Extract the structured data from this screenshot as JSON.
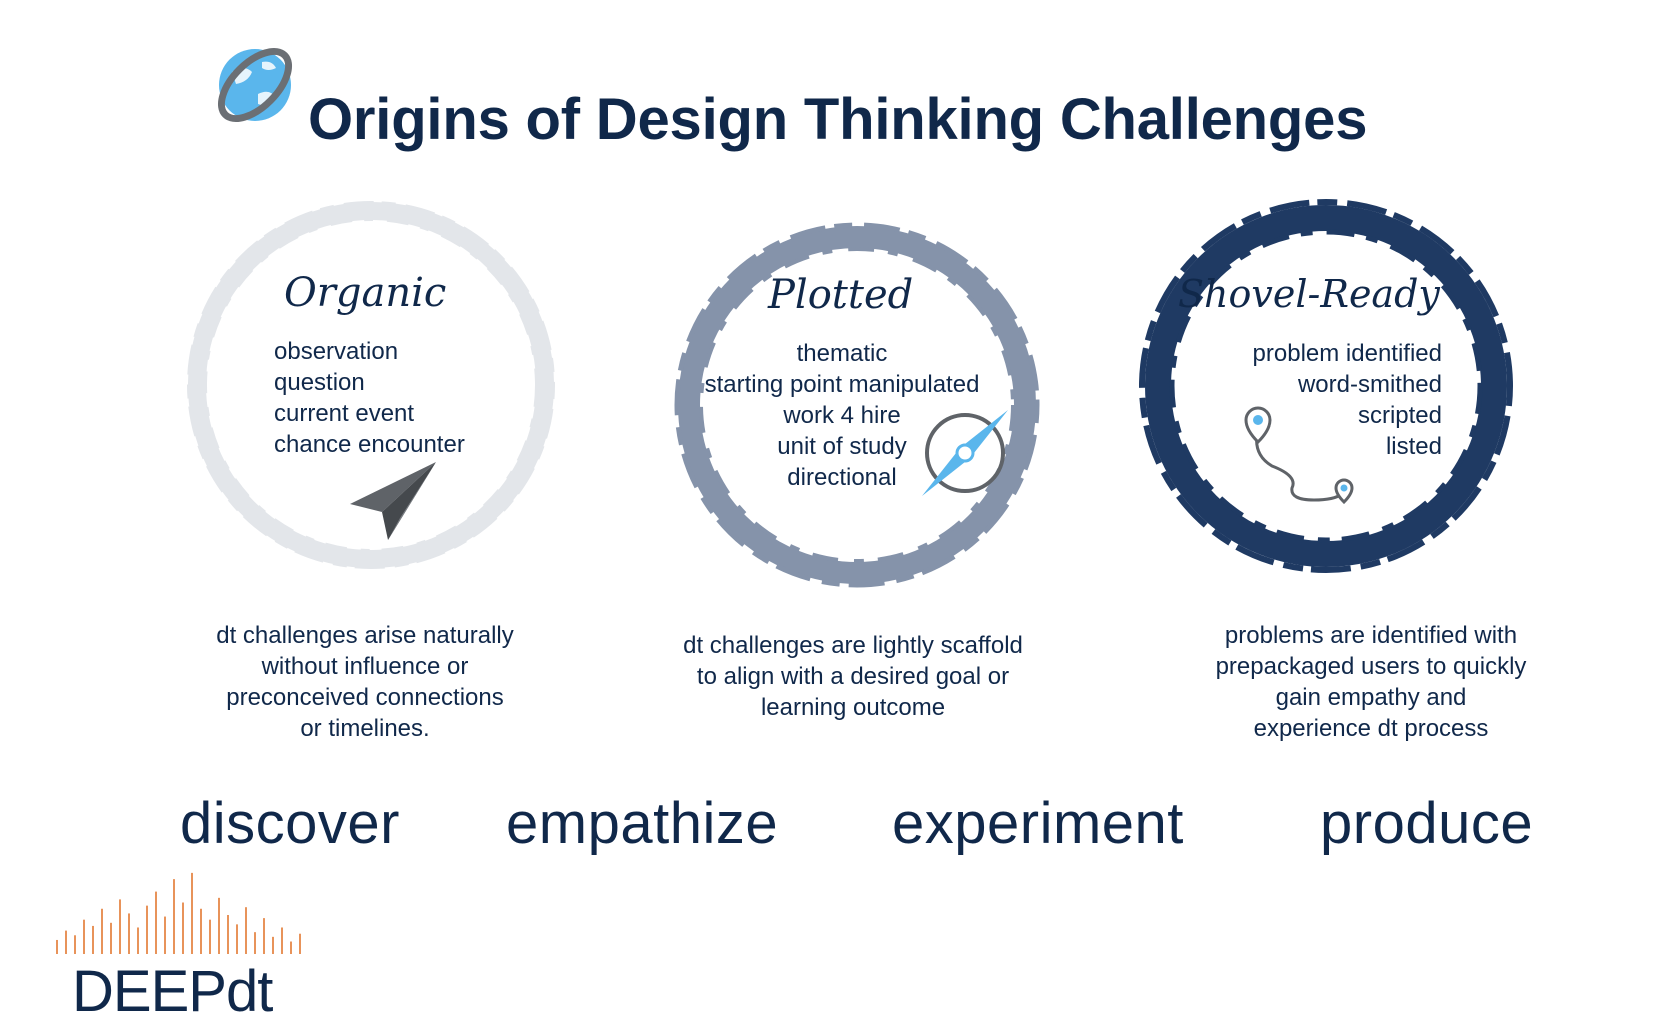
{
  "header": {
    "title": "Origins of Design Thinking Challenges",
    "logo_icon": "globe-orbit-icon"
  },
  "colors": {
    "navy": "#10284a",
    "ring_light": "#e3e6ea",
    "ring_mid": "#8593aa",
    "ring_dark": "#1f3a63",
    "accent_blue": "#5ab6ec",
    "orange": "#e8935a"
  },
  "origins": [
    {
      "heading": "Organic",
      "items": [
        "observation",
        "question",
        "current event",
        "chance encounter"
      ],
      "icon": "paper-plane-icon",
      "description": [
        "dt challenges arise naturally",
        "without influence or",
        "preconceived connections",
        "or timelines."
      ]
    },
    {
      "heading": "Plotted",
      "items": [
        "thematic",
        "starting point manipulated",
        "work 4 hire",
        "unit of study",
        "directional"
      ],
      "icon": "compass-icon",
      "description": [
        "dt challenges are lightly scaffold",
        "to align with a desired goal or",
        "learning outcome"
      ]
    },
    {
      "heading": "Shovel-Ready",
      "items": [
        "problem identified",
        "word-smithed",
        "scripted",
        "listed"
      ],
      "icon": "route-pins-icon",
      "description": [
        "problems are identified with",
        "prepackaged users to quickly",
        "gain empathy and",
        "experience dt process"
      ]
    }
  ],
  "stages": [
    "discover",
    "empathize",
    "experiment",
    "produce"
  ],
  "brand": {
    "name": "DEEPdt",
    "icon": "soundwave-logo-icon"
  }
}
